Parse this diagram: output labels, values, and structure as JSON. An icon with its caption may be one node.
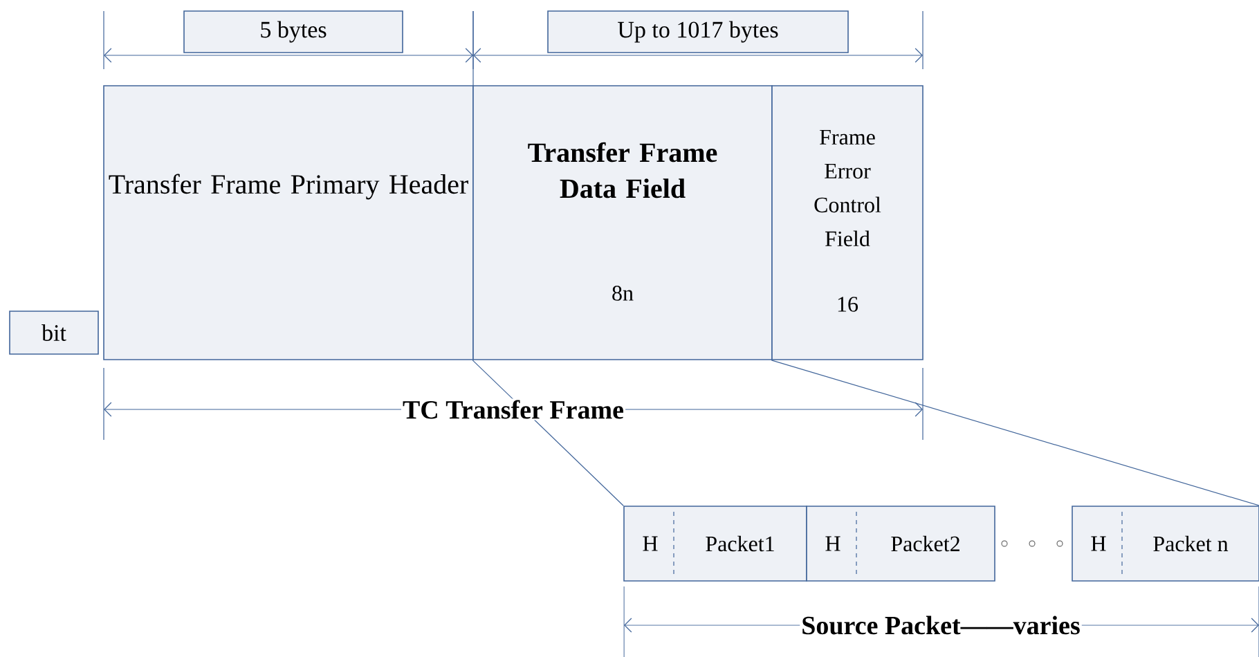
{
  "diagram": {
    "nodes": [
      {
        "text": [
          "5 bytes"
        ]
      },
      {
        "text": [
          "Up to 1017 bytes"
        ]
      },
      {
        "text": [
          "bit"
        ]
      },
      {
        "text": [
          "Transfer Frame Primary Header"
        ]
      },
      {
        "text": [
          "Transfer Frame Data Field",
          "8n"
        ]
      },
      {
        "text": [
          "Frame Error Control Field",
          "16"
        ]
      },
      {
        "text": [
          "H",
          "Packet1"
        ]
      },
      {
        "text": [
          "H",
          "Packet2"
        ]
      },
      {
        "text": [
          "H",
          "Packet n"
        ]
      }
    ],
    "edges": [
      {
        "from": 4,
        "to": 6,
        "arrow": "none"
      },
      {
        "from": 5,
        "to": 8,
        "arrow": "none"
      }
    ],
    "labels": [
      "TC Transfer Frame",
      "Source Packet——varies"
    ]
  }
}
